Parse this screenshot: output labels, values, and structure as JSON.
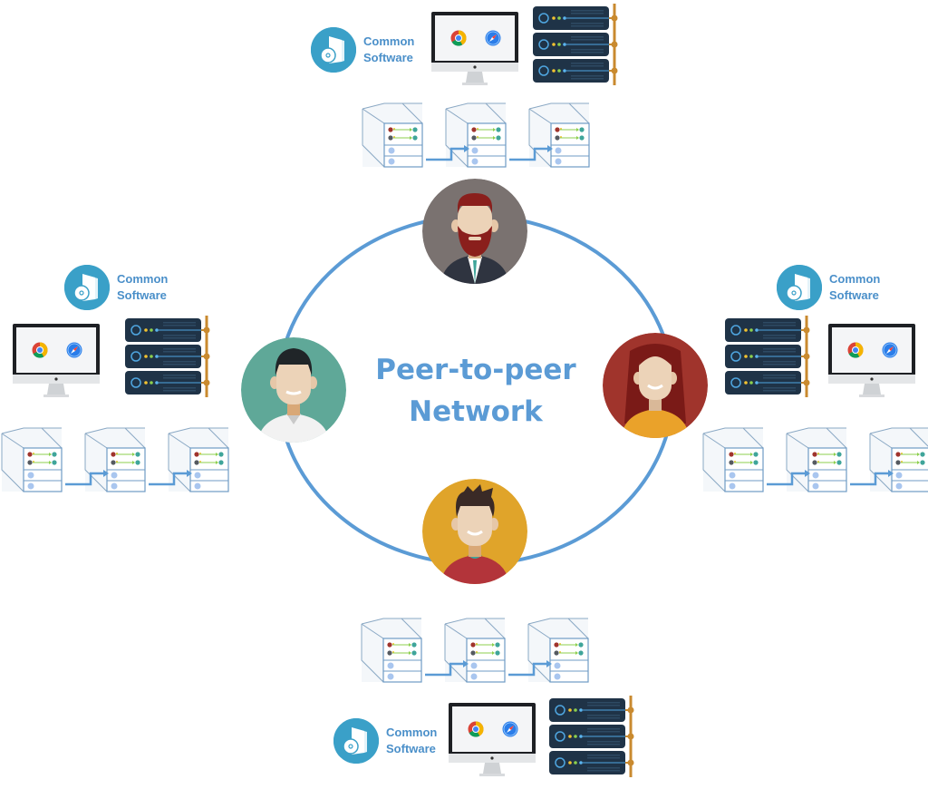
{
  "diagram": {
    "title_line1": "Peer-to-peer",
    "title_line2": "Network",
    "colors": {
      "ring": "#5b9bd5",
      "title": "#5b9bd5",
      "software_disc": "#3aa0c8",
      "software_label": "#4a8fc9",
      "server_body": "#1f3347",
      "server_bus": "#c98a2f",
      "block_outline": "#7fa6c9",
      "chain_arrow": "#5b9bd5"
    },
    "peers": [
      {
        "id": "top",
        "label": "Bearded man in suit",
        "bg": "#7a7270"
      },
      {
        "id": "left",
        "label": "Man with white shirt",
        "bg": "#5fa898"
      },
      {
        "id": "right",
        "label": "Woman with long hair",
        "bg": "#a0342c"
      },
      {
        "id": "bottom",
        "label": "Young man with spiky hair",
        "bg": "#e0a42a"
      }
    ],
    "nodes": [
      {
        "position": "top",
        "software_label_line1": "Common",
        "software_label_line2": "Software",
        "monitor_icons": [
          "chrome-icon",
          "safari-icon"
        ],
        "servers": 3,
        "blocks": 3
      },
      {
        "position": "left",
        "software_label_line1": "Common",
        "software_label_line2": "Software",
        "monitor_icons": [
          "chrome-icon",
          "safari-icon"
        ],
        "servers": 3,
        "blocks": 3
      },
      {
        "position": "right",
        "software_label_line1": "Common",
        "software_label_line2": "Software",
        "monitor_icons": [
          "chrome-icon",
          "safari-icon"
        ],
        "servers": 3,
        "blocks": 3
      },
      {
        "position": "bottom",
        "software_label_line1": "Common",
        "software_label_line2": "Software",
        "monitor_icons": [
          "chrome-icon",
          "safari-icon"
        ],
        "servers": 3,
        "blocks": 3
      }
    ]
  }
}
